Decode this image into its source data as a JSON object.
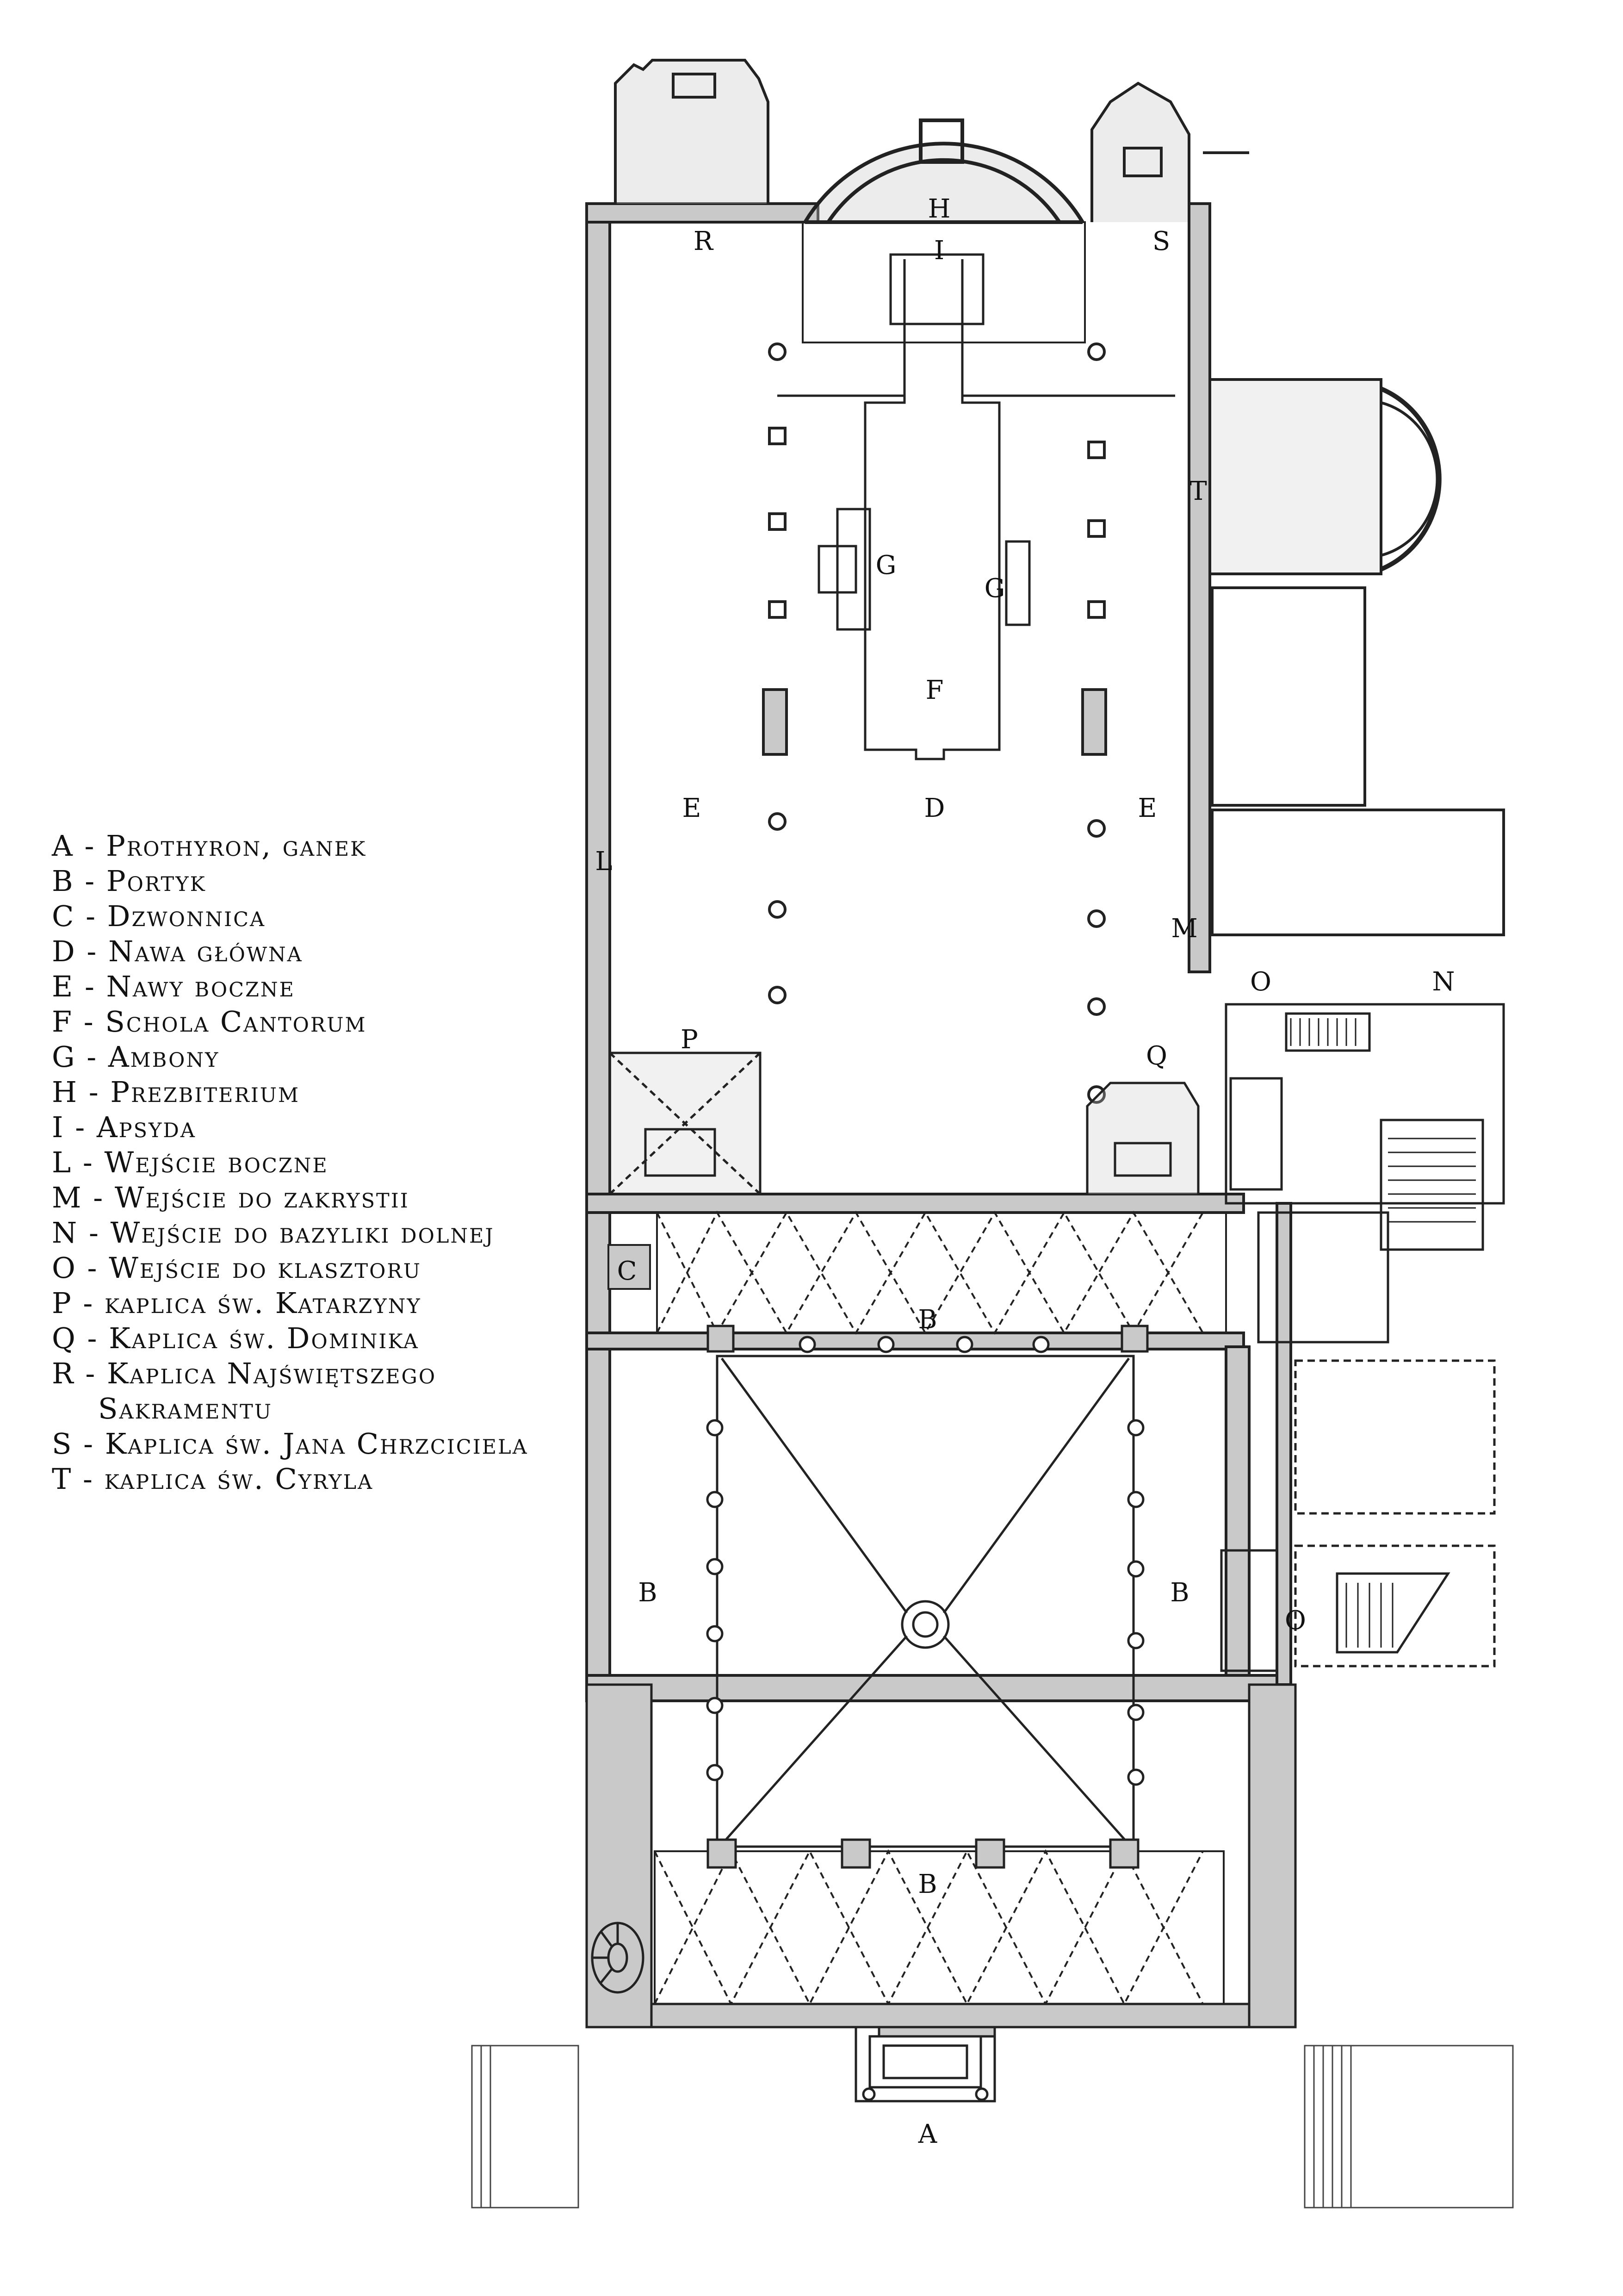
{
  "plan_labels": {
    "A": "A",
    "B": "B",
    "C": "C",
    "D": "D",
    "E": "E",
    "F": "F",
    "G": "G",
    "H": "H",
    "I": "I",
    "L": "L",
    "M": "M",
    "N": "N",
    "O": "O",
    "P": "P",
    "Q": "Q",
    "R": "R",
    "S": "S",
    "T": "T"
  },
  "legend": [
    "A - Prothyron, ganek",
    "B - Portyk",
    "C - Dzwonnica",
    "D - Nawa główna",
    "E - Nawy boczne",
    "F - Schola Cantorum",
    "G - Ambony",
    "H - Prezbiterium",
    "I - Apsyda",
    "L - Wejście boczne",
    "M - Wejście do zakrystii",
    "N - Wejście do bazyliki dolnej",
    "O - Wejście do klasztoru",
    "P - kaplica św. Katarzyny",
    "Q - Kaplica św. Dominika",
    "R - Kaplica Najświętszego",
    "Sakramentu",
    "S - Kaplica św. Jana Chrzciciela",
    "T - kaplica św. Cyryla"
  ],
  "colors": {
    "wall_fill": "#c9c9c9",
    "ink": "#222222",
    "paper": "#ffffff"
  }
}
